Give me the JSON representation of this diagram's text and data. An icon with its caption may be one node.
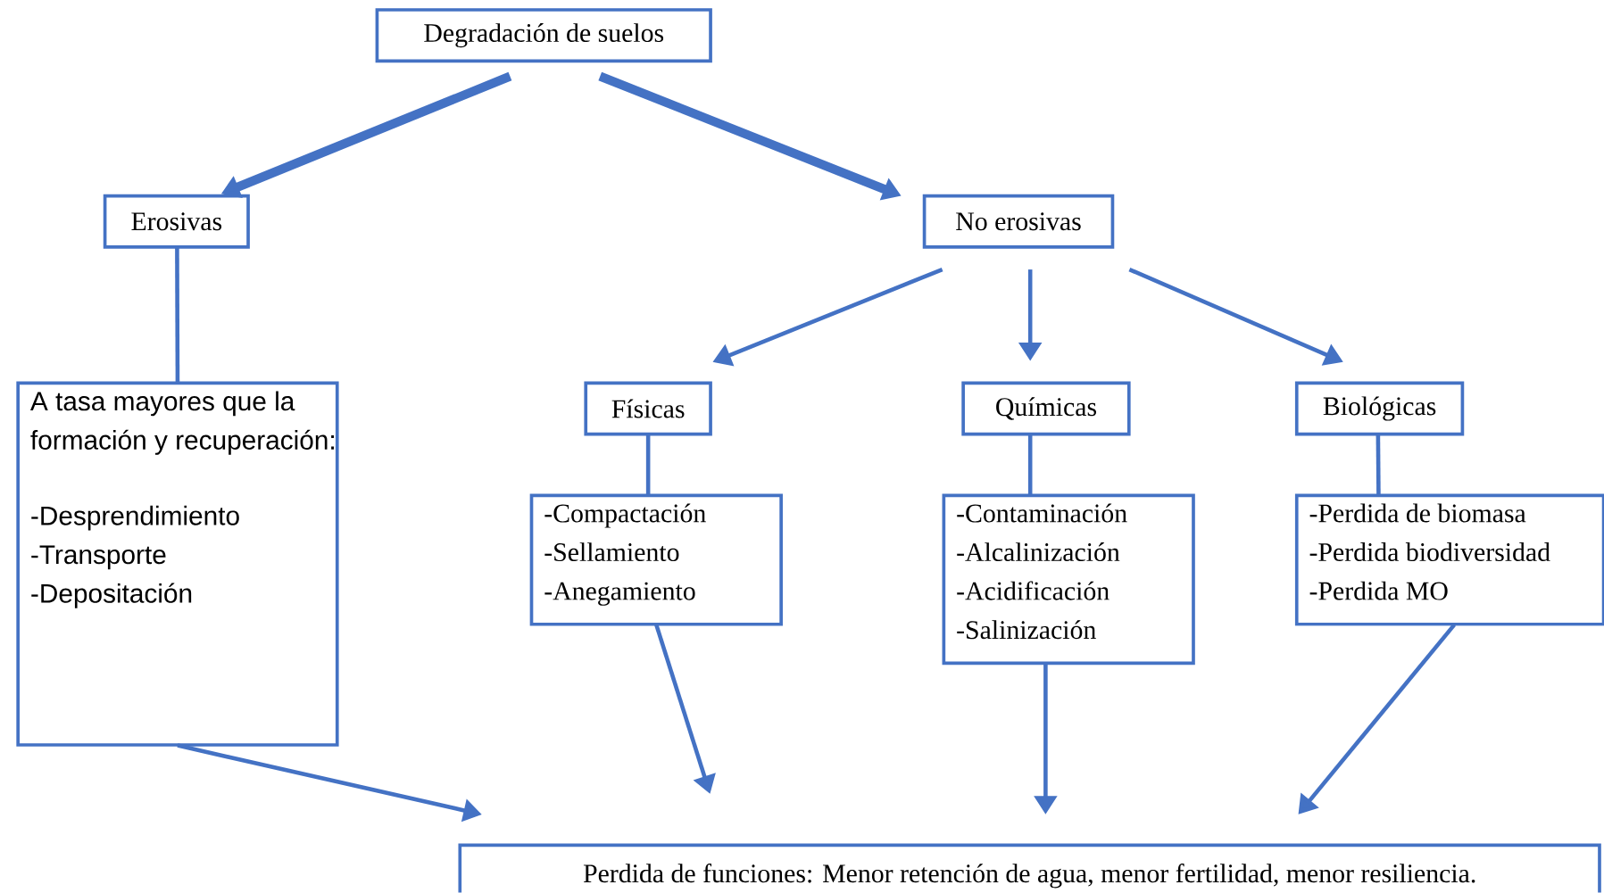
{
  "diagram": {
    "nodes": [
      {
        "text": [
          "Degradación de suelos"
        ]
      },
      {
        "text": [
          "Erosivas"
        ]
      },
      {
        "text": [
          "No erosivas"
        ]
      },
      {
        "text": [
          "A tasa mayores que la formación y recuperación:",
          "-Desprendimiento",
          "-Transporte",
          "-Depositación"
        ]
      },
      {
        "text": [
          "Físicas"
        ]
      },
      {
        "text": [
          "Químicas"
        ]
      },
      {
        "text": [
          "Biológicas"
        ]
      },
      {
        "text": [
          "-Compactación",
          "-Sellamiento",
          "-Anegamiento"
        ]
      },
      {
        "text": [
          "-Contaminación",
          "-Alcalinización",
          "-Acidificación",
          "-Salinización"
        ]
      },
      {
        "text": [
          "-Perdida de biomasa",
          "-Perdida biodiversidad",
          "-Perdida MO"
        ]
      },
      {
        "text": [
          "Perdida de funciones: Menor retención de agua, menor fertilidad, menor resiliencia."
        ]
      }
    ],
    "edges": [
      {
        "from": 0,
        "to": 1,
        "arrow": "to",
        "style": "thick"
      },
      {
        "from": 0,
        "to": 2,
        "arrow": "to",
        "style": "thick"
      },
      {
        "from": 1,
        "to": 3,
        "arrow": "none"
      },
      {
        "from": 2,
        "to": 4,
        "arrow": "to"
      },
      {
        "from": 2,
        "to": 5,
        "arrow": "to"
      },
      {
        "from": 2,
        "to": 6,
        "arrow": "to"
      },
      {
        "from": 4,
        "to": 7,
        "arrow": "none"
      },
      {
        "from": 5,
        "to": 8,
        "arrow": "none"
      },
      {
        "from": 6,
        "to": 9,
        "arrow": "none"
      },
      {
        "from": 3,
        "to": 10,
        "arrow": "to"
      },
      {
        "from": 7,
        "to": 10,
        "arrow": "to"
      },
      {
        "from": 8,
        "to": 10,
        "arrow": "to"
      },
      {
        "from": 9,
        "to": 10,
        "arrow": "to"
      }
    ]
  }
}
